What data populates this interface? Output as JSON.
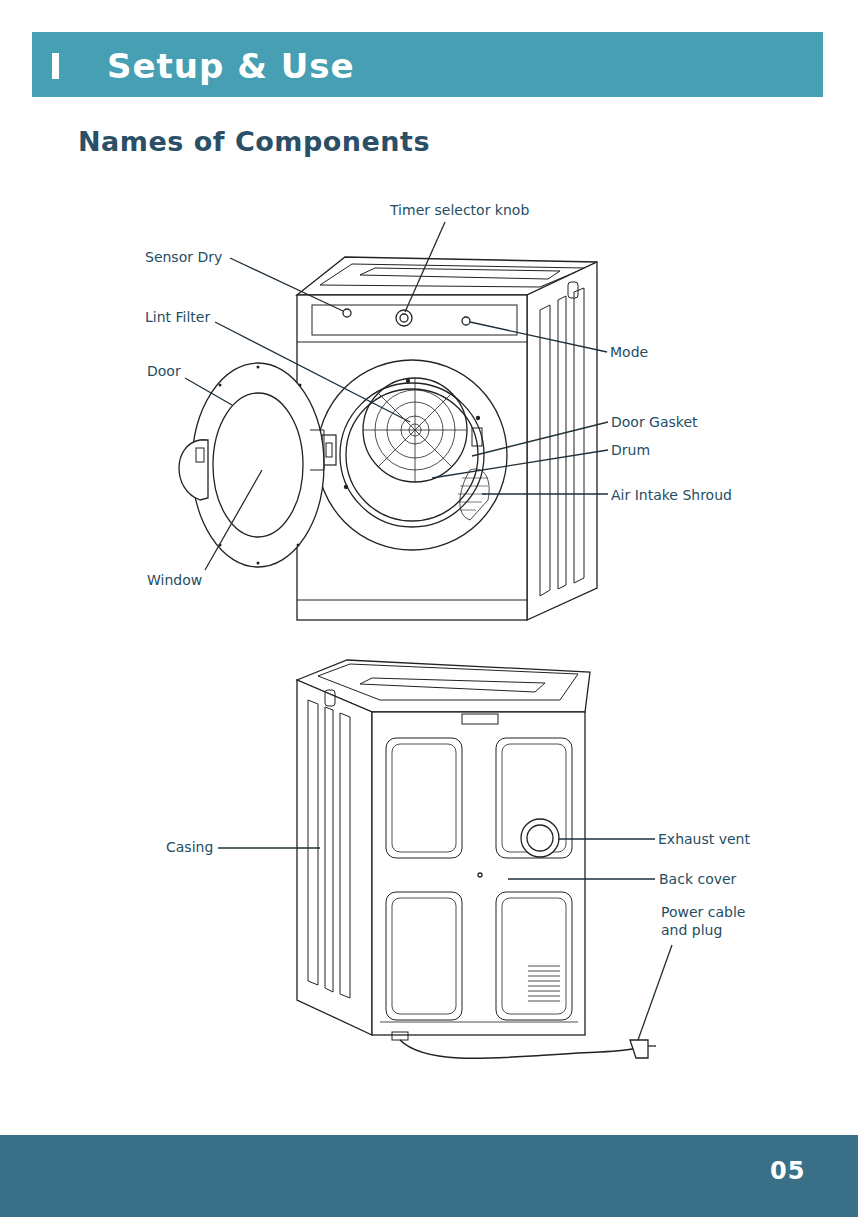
{
  "diagram": {
    "title": "Names of Components",
    "nodes": [
      {
        "text": [
          "Setup & Use"
        ]
      },
      {
        "text": [
          "05"
        ]
      }
    ],
    "labels": [
      "Timer selector knob",
      "Sensor Dry",
      "Lint Filter",
      "Mode",
      "Door",
      "Door Gasket",
      "Drum",
      "Air Intake Shroud",
      "Window",
      "Casing",
      "Exhaust vent",
      "Back cover",
      "Power cable and plug"
    ]
  }
}
